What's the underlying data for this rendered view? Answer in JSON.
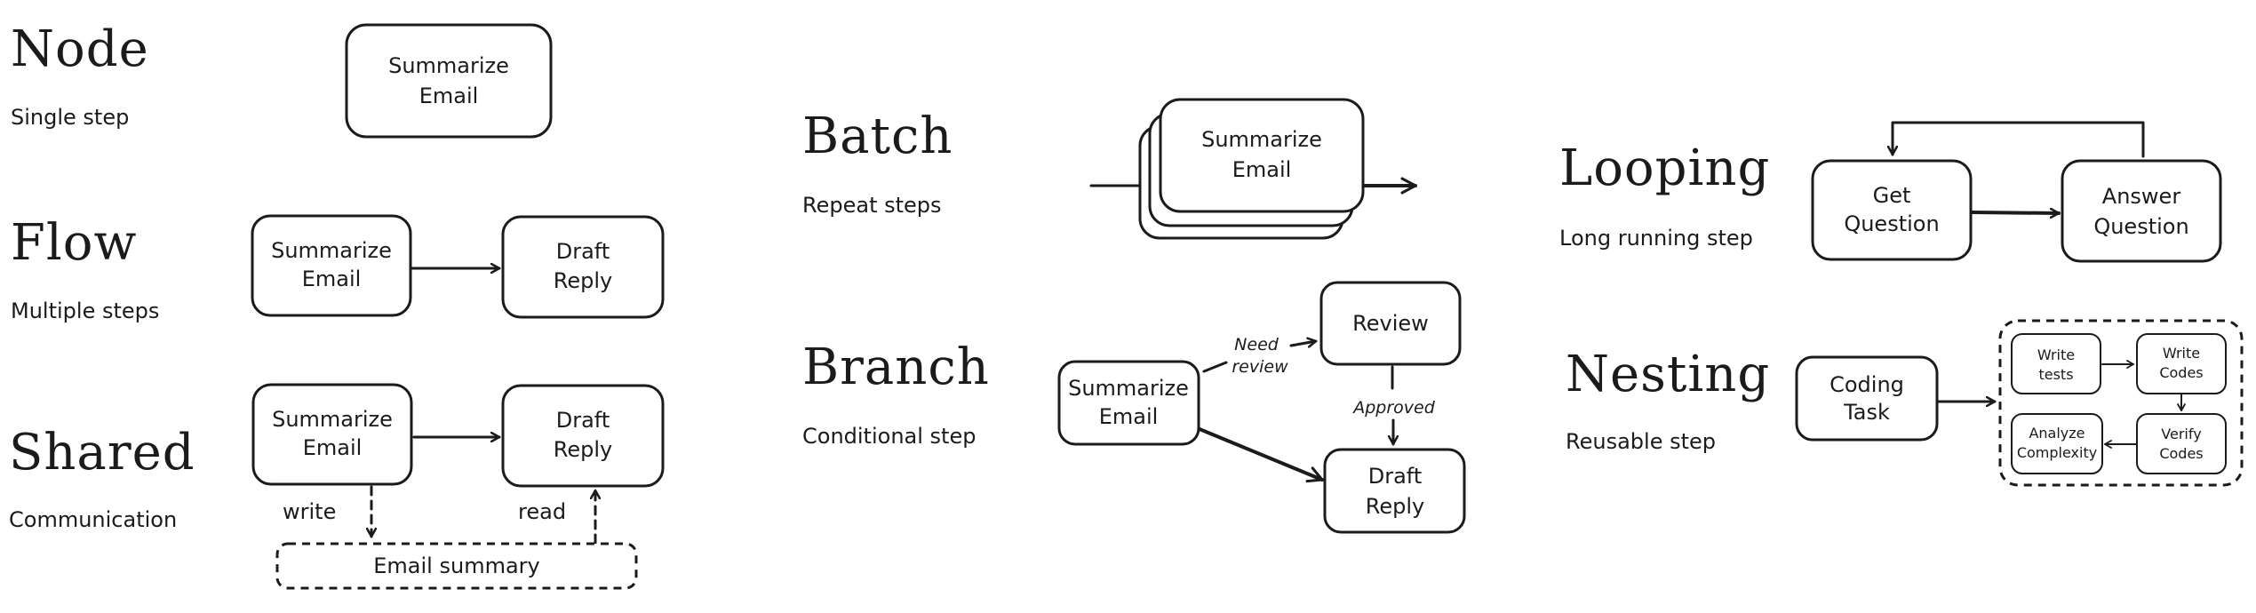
{
  "sections": {
    "node": {
      "title": "Node",
      "subtitle": "Single step",
      "box": [
        "Summarize",
        "Email"
      ]
    },
    "flow": {
      "title": "Flow",
      "subtitle": "Multiple steps",
      "box1": [
        "Summarize",
        "Email"
      ],
      "box2": [
        "Draft",
        "Reply"
      ]
    },
    "shared": {
      "title": "Shared",
      "subtitle": "Communication",
      "box1": [
        "Summarize",
        "Email"
      ],
      "box2": [
        "Draft",
        "Reply"
      ],
      "store": "Email summary",
      "write_label": "write",
      "read_label": "read"
    },
    "batch": {
      "title": "Batch",
      "subtitle": "Repeat steps",
      "box": [
        "Summarize",
        "Email"
      ]
    },
    "branch": {
      "title": "Branch",
      "subtitle": "Conditional step",
      "start": [
        "Summarize",
        "Email"
      ],
      "review": "Review",
      "draft": [
        "Draft",
        "Reply"
      ],
      "need_review": [
        "Need",
        "review"
      ],
      "approved": "Approved"
    },
    "looping": {
      "title": "Looping",
      "subtitle": "Long running step",
      "box1": [
        "Get",
        "Question"
      ],
      "box2": [
        "Answer",
        "Question"
      ]
    },
    "nesting": {
      "title": "Nesting",
      "subtitle": "Reusable step",
      "task": [
        "Coding",
        "Task"
      ],
      "write_tests": [
        "Write",
        "tests"
      ],
      "write_codes": [
        "Write",
        "Codes"
      ],
      "verify_codes": [
        "Verify",
        "Codes"
      ],
      "analyze": [
        "Analyze",
        "Complexity"
      ]
    }
  }
}
